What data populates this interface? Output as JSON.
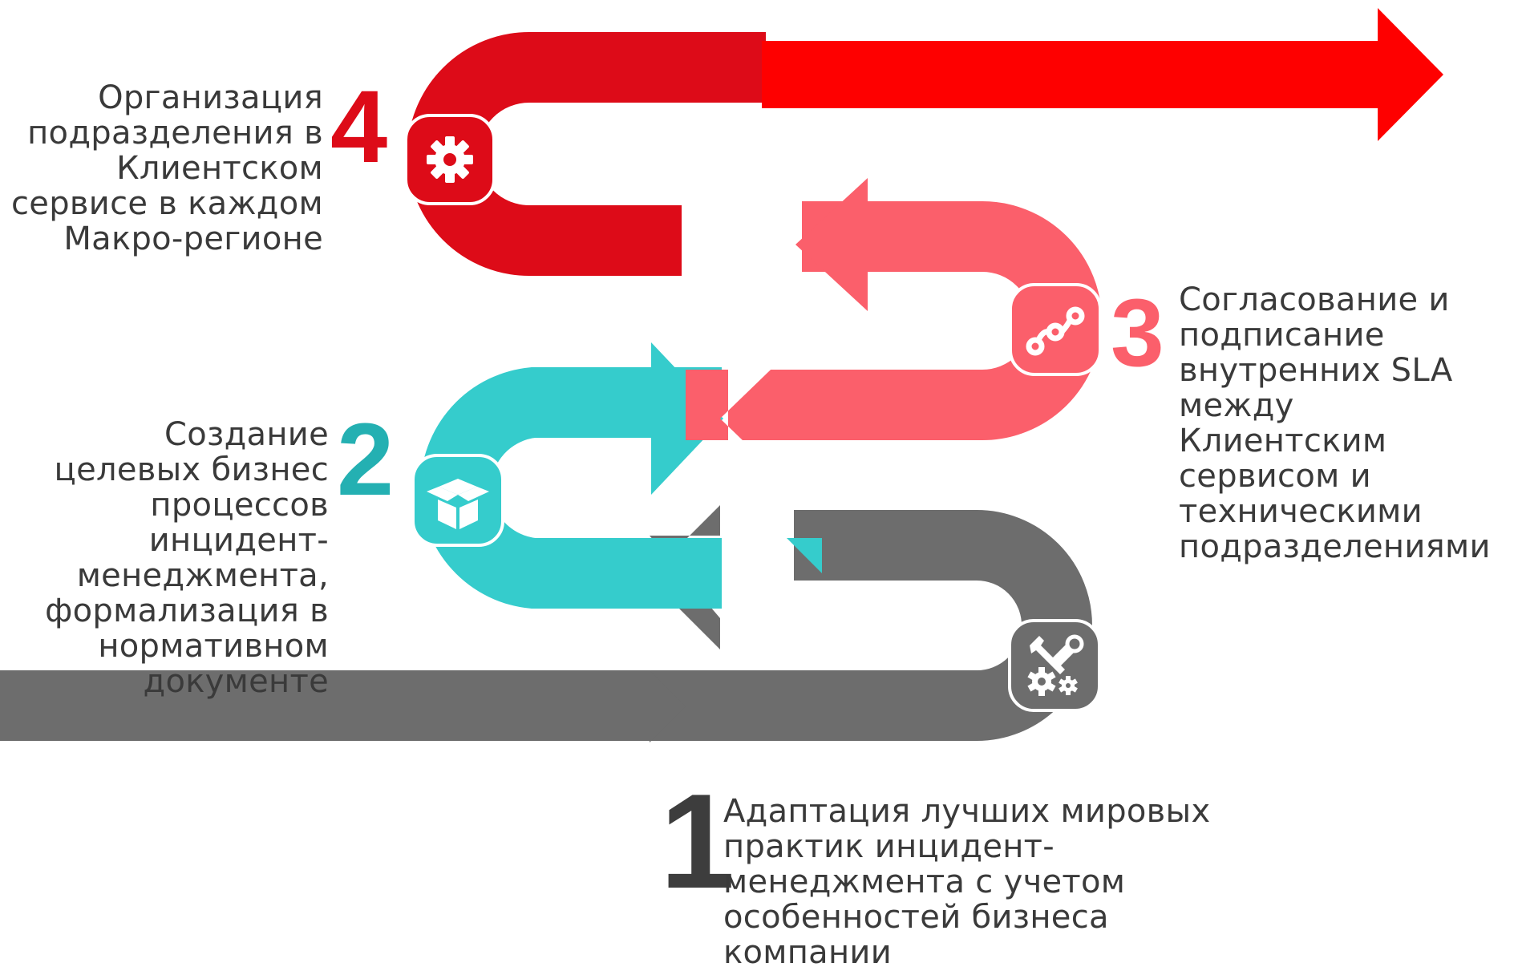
{
  "steps": [
    {
      "number": "1",
      "text": "Адаптация лучших мировых практик инцидент-менеджмента с учетом особенностей бизнеса компании",
      "color": "#6d6d6d",
      "icon": "tools-gears-icon"
    },
    {
      "number": "2",
      "text": "Создание целевых бизнес процессов инцидент-менеджмента, формализация в нормативном документе",
      "color": "#35cccc",
      "number_color": "#24b0b2",
      "icon": "box-icon"
    },
    {
      "number": "3",
      "text": "Согласование и подписание внутренних SLA между Клиентским сервисом и техническими подразделениями",
      "color": "#fb5f6b",
      "icon": "route-nodes-icon"
    },
    {
      "number": "4",
      "text": "Организация подразделения в Клиентском сервисе в каждом Макро-регионе",
      "color": "#dd0b18",
      "icon": "gear-icon"
    }
  ],
  "final_arrow_color": "#fe0000"
}
